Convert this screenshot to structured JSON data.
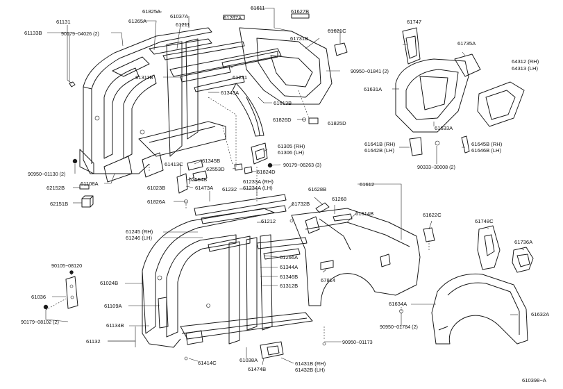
{
  "labels": {
    "61131": "61131",
    "61133B": "61133B",
    "61825A": "61825A",
    "61265A": "61265A",
    "90179_04026": "90179−04026 (2)",
    "61037A": "61037A",
    "61211": "61211",
    "61267A": "61267A",
    "61611": "61611",
    "61627B": "61627B",
    "61621C": "61621C",
    "61731B": "61731B",
    "90950_01841": "90950−01841 (2)",
    "61231": "61231",
    "61311B": "61311B",
    "61343A": "61343A",
    "61613B": "61613B",
    "61826D": "61826D",
    "61825D": "61825D",
    "61747": "61747",
    "61735A": "61735A",
    "64312": "64312 (RH)",
    "64313": "64313 (LH)",
    "61631A": "61631A",
    "61633A": "61633A",
    "61641B": "61641B (RH)",
    "61642B": "61642B (LH)",
    "61645B": "61645B (RH)",
    "61646B": "61646B (LH)",
    "90333_30008": "90333−30008 (2)",
    "61305": "61305 (RH)",
    "61306": "61306 (LH)",
    "90179_06263": "90179−06263 (3)",
    "61345B": "61345B",
    "62553D": "62553D",
    "61824D": "61824D",
    "61413C": "61413C",
    "62554B": "62554B",
    "90950_01130": "90950−01130 (2)",
    "61108A": "61108A",
    "62152B": "62152B",
    "61023B": "61023B",
    "61473A": "61473A",
    "61232": "61232",
    "61233A": "61233A (RH)",
    "61234A": "61234A (LH)",
    "61628B": "61628B",
    "61612": "61612",
    "62151B": "62151B",
    "61826A": "61826A",
    "61732B": "61732B",
    "61268": "61268",
    "61622C": "61622C",
    "61614B": "61614B",
    "61212": "61212",
    "61245": "61245 (RH)",
    "61246": "61246 (LH)",
    "61748C": "61748C",
    "61736A": "61736A",
    "61266A": "61266A",
    "61344A": "61344A",
    "90105_08120": "90105−08120",
    "61346B": "61346B",
    "67814": "67814",
    "61024B": "61024B",
    "61312B": "61312B",
    "61036": "61036",
    "61634A": "61634A",
    "61632A": "61632A",
    "61109A": "61109A",
    "90179_08102": "90179−08102 (2)",
    "61134B": "61134B",
    "90950_01784": "90950−01784 (2)",
    "61132": "61132",
    "90950_01173": "90950−01173",
    "61414C": "61414C",
    "61038A": "61038A",
    "61431B": "61431B (RH)",
    "61474B": "61474B",
    "61432B": "61432B (LH)",
    "diagram_id": "610398−A"
  }
}
